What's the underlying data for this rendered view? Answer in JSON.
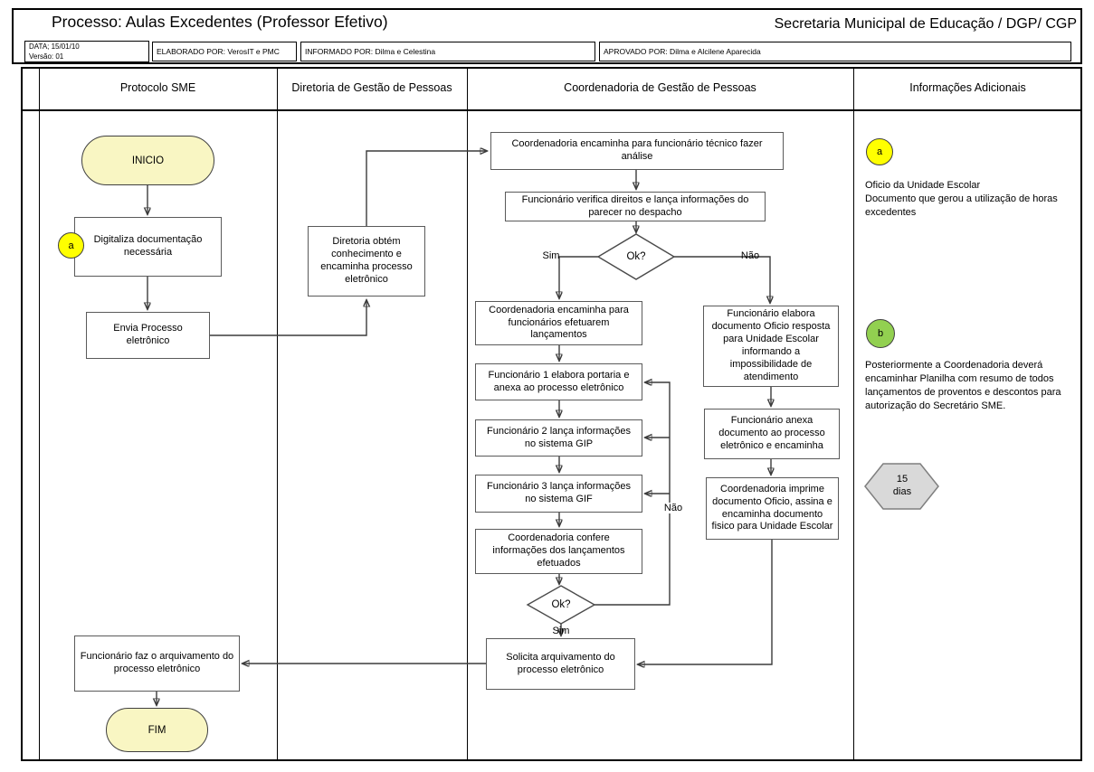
{
  "header": {
    "title": "Processo: Aulas Excedentes (Professor Efetivo)",
    "org": "Secretaria Municipal de Educação / DGP/ CGP",
    "meta_date": "DATA; 15/01/10",
    "meta_version": "Versão: 01",
    "meta_elaborado": "ELABORADO POR: VerosIT e PMC",
    "meta_informado": "INFORMADO POR: Dilma e Celestina",
    "meta_aprovado": "APROVADO POR: Dilma e Alcilene Aparecida"
  },
  "lanes": {
    "protocolo": "Protocolo SME",
    "diretoria": "Diretoria de Gestão de Pessoas",
    "coordenadoria": "Coordenadoria de Gestão de Pessoas",
    "informacoes": "Informações Adicionais"
  },
  "nodes": {
    "inicio": "INICIO",
    "digitaliza": "Digitaliza documentação necessária",
    "envia": "Envia Processo eletrônico",
    "diretoria_obtem": "Diretoria obtém conhecimento e encaminha processo eletrônico",
    "coord_encaminha_tecnico": "Coordenadoria encaminha para funcionário técnico fazer análise",
    "verifica_direitos": "Funcionário verifica direitos e lança informações do parecer no despacho",
    "ok1": "Ok?",
    "coord_encaminha_func": "Coordenadoria encaminha para funcionários efetuarem lançamentos",
    "func1_portaria": "Funcionário 1 elabora portaria e anexa ao processo eletrônico",
    "func2_gip": "Funcionário 2 lança informações no sistema GIP",
    "func3_gif": "Funcionário 3 lança informações no sistema GIF",
    "coord_confere": "Coordenadoria confere informações dos lançamentos efetuados",
    "ok2": "Ok?",
    "solicita_arquivamento": "Solicita arquivamento do processo eletrônico",
    "elabora_oficio": "Funcionário elabora documento Oficio resposta para Unidade Escolar informando a impossibilidade de atendimento",
    "anexa_documento": "Funcionário anexa documento ao processo eletrônico e encaminha",
    "imprime_oficio": "Coordenadoria imprime documento Oficio, assina e encaminha documento fisico para Unidade Escolar",
    "faz_arquivamento": "Funcionário faz o arquivamento do processo eletrônico",
    "fim": "FIM"
  },
  "edge_labels": {
    "sim1": "Sim",
    "nao1": "Não",
    "sim2": "Sim",
    "nao2": "Não"
  },
  "annotations": {
    "marker_a": "a",
    "marker_b": "b",
    "note_a": "Oficio da Unidade Escolar\nDocumento que gerou a utilização de horas excedentes",
    "note_b": "Posteriormente a Coordenadoria deverá encaminhar Planilha com resumo de todos lançamentos de proventos e descontos para autorização do Secretário SME.",
    "timer_value": "15",
    "timer_unit": "dias"
  },
  "colors": {
    "terminal_fill": "#F9F6C3",
    "marker_a_fill": "#FFFF00",
    "marker_b_fill": "#92D050",
    "timer_fill": "#D9D9D9"
  }
}
